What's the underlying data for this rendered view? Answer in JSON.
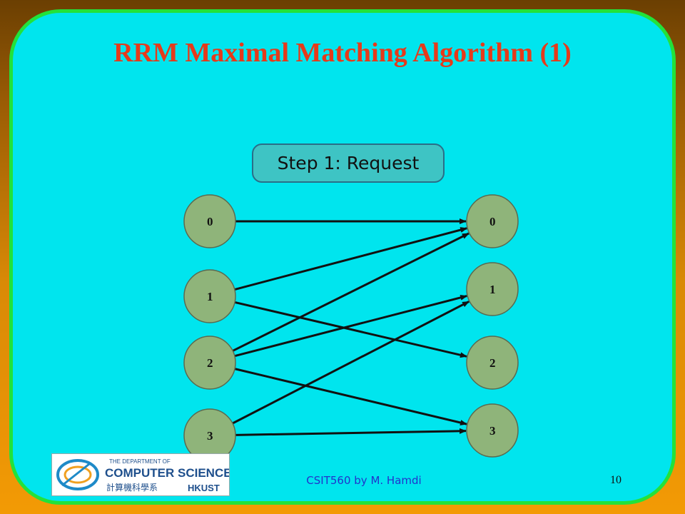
{
  "slide": {
    "title": "RRM Maximal Matching Algorithm (1)",
    "step_label": "Step 1: Request",
    "footer": "CSIT560 by M. Hamdi",
    "page_number": "10"
  },
  "graph": {
    "inputs": [
      "0",
      "1",
      "2",
      "3"
    ],
    "outputs": [
      "0",
      "1",
      "2",
      "3"
    ],
    "edges": [
      {
        "from": "0",
        "to": "0"
      },
      {
        "from": "1",
        "to": "0"
      },
      {
        "from": "1",
        "to": "2"
      },
      {
        "from": "2",
        "to": "0"
      },
      {
        "from": "2",
        "to": "1"
      },
      {
        "from": "2",
        "to": "3"
      },
      {
        "from": "3",
        "to": "1"
      },
      {
        "from": "3",
        "to": "3"
      }
    ]
  },
  "logo": {
    "line1": "THE DEPARTMENT OF",
    "line2": "COMPUTER SCIENCE",
    "line3": "計算機科學系",
    "line4": "HKUST"
  },
  "colors": {
    "panel": "#00e5ee",
    "panel_border": "#22e23a",
    "title": "#e63a1a",
    "node_fill": "#8fb47a",
    "footer_text": "#2233cc"
  }
}
